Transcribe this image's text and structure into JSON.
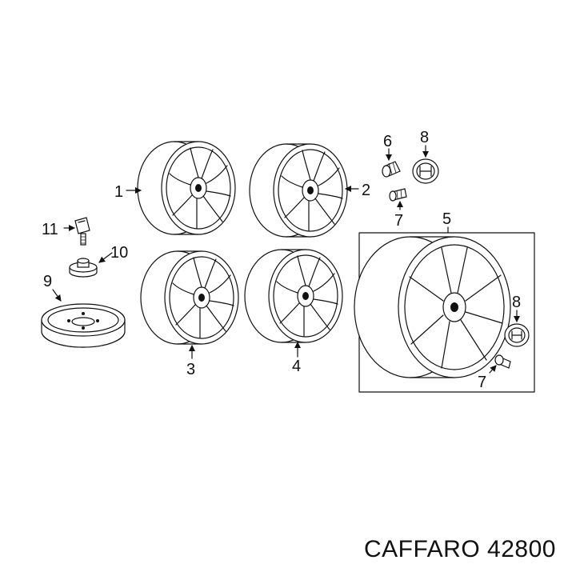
{
  "callouts": {
    "c1": "1",
    "c2": "2",
    "c3": "3",
    "c4": "4",
    "c5": "5",
    "c6": "6",
    "c7a": "7",
    "c7b": "7",
    "c8a": "8",
    "c8b": "8",
    "c9": "9",
    "c10": "10",
    "c11": "11"
  },
  "footer": {
    "text": "CAFFARO 42800"
  },
  "colors": {
    "ink": "#111111",
    "background": "#ffffff"
  }
}
